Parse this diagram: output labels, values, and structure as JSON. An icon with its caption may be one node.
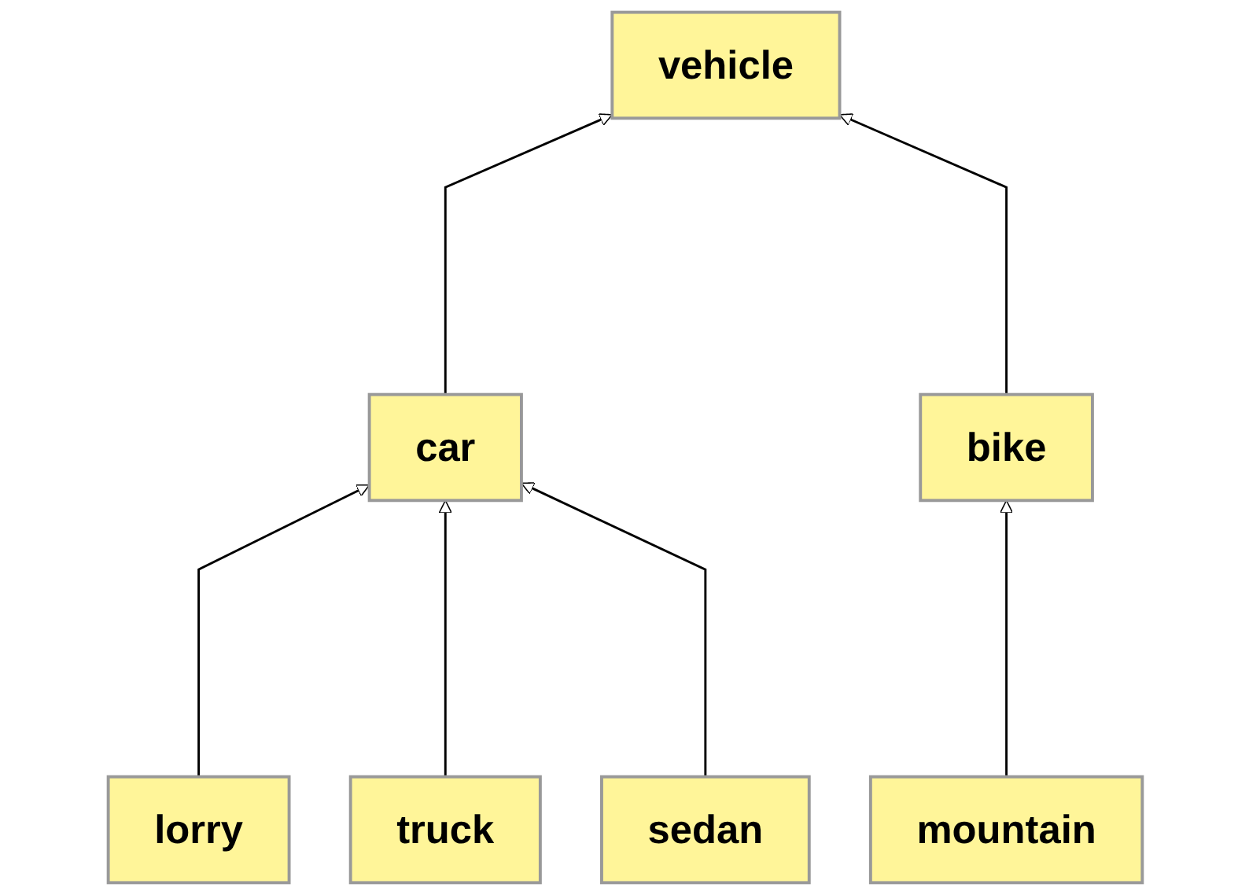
{
  "diagram": {
    "nodes": [
      {
        "text": [
          "vehicle"
        ]
      },
      {
        "text": [
          "car"
        ]
      },
      {
        "text": [
          "bike"
        ]
      },
      {
        "text": [
          "lorry"
        ]
      },
      {
        "text": [
          "truck"
        ]
      },
      {
        "text": [
          "sedan"
        ]
      },
      {
        "text": [
          "mountain"
        ]
      }
    ],
    "edges": [
      {
        "from": 1,
        "to": 0,
        "arrow": "to"
      },
      {
        "from": 2,
        "to": 0,
        "arrow": "to"
      },
      {
        "from": 3,
        "to": 1,
        "arrow": "to"
      },
      {
        "from": 4,
        "to": 1,
        "arrow": "to"
      },
      {
        "from": 5,
        "to": 1,
        "arrow": "to"
      },
      {
        "from": 6,
        "to": 2,
        "arrow": "to"
      }
    ]
  }
}
